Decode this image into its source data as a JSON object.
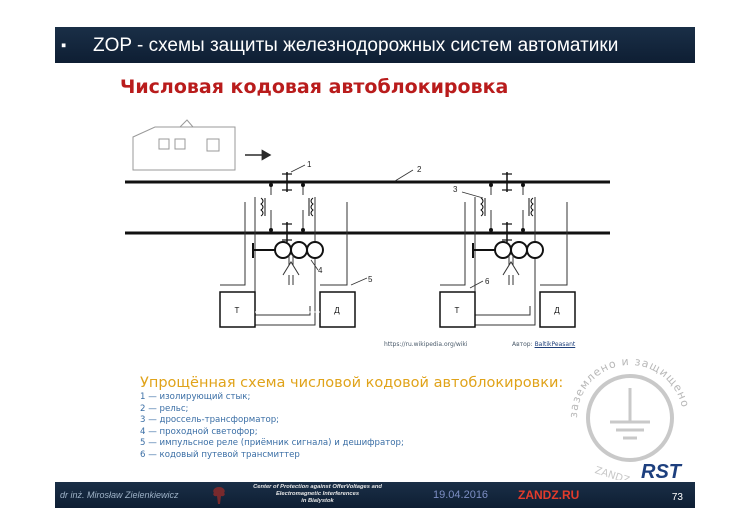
{
  "header": {
    "bullet": "▪",
    "title": "ZOP - схемы защиты железнодорожных систем автоматики"
  },
  "subtitle": "Числовая кодовая автоблокировка",
  "diagram": {
    "labels": [
      "1",
      "2",
      "3",
      "4",
      "5",
      "6"
    ],
    "box_t": "Т",
    "box_d": "Д"
  },
  "credit": {
    "source": "https://ru.wikipedia.org/wiki",
    "author_prefix": "Автор:",
    "author_name": "BaltikPeasant"
  },
  "caption": "Упрощённая схема числовой кодовой автоблокировки:",
  "legend": [
    "1 — изолирующий стык;",
    "2 — рельс;",
    "3 — дроссель-трансформатор;",
    "4 — проходной светофор;",
    "5 — импульсное реле (приёмник сигнала) и дешифратор;",
    "6 — кодовый путевой трансмиттер"
  ],
  "stamp": {
    "ring_text": "заземлено и защищено",
    "brand_left": "ZANDZ",
    "brand_right": "RST"
  },
  "footer": {
    "author": "dr inż. Mirosław Zielenkiewicz",
    "center_lines": [
      "Center of Protection against OfferVoltages and",
      "Electromagnetic Interferences",
      "in Bialystok"
    ],
    "date": "19.04.2016",
    "site": "ZANDZ.RU",
    "page": "73"
  },
  "colors": {
    "header_bg": "#12243b",
    "subtitle": "#b91c1c",
    "caption": "#e0a31a",
    "legend": "#3a6ea5",
    "site": "#e33b2b"
  }
}
